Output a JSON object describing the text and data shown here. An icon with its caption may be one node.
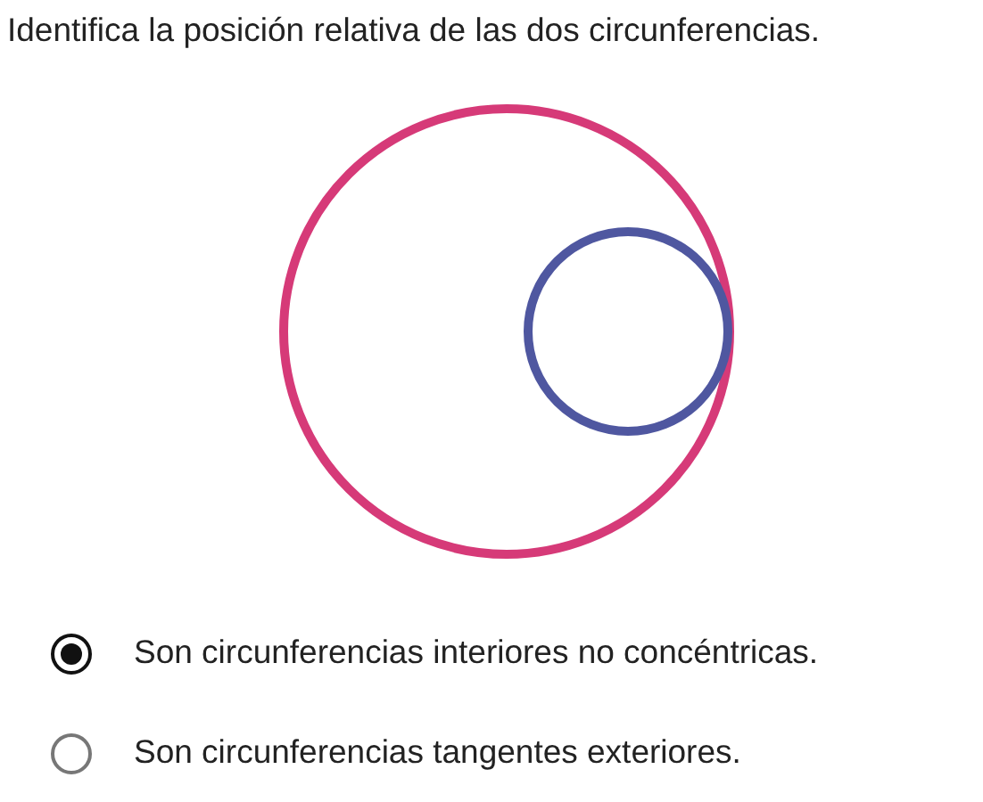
{
  "diagram": {
    "title": "Identifica la posición relativa de las dos circunferencias.",
    "labels": [
      "Son circunferencias interiores no concéntricas.",
      "Son circunferencias tangentes exteriores."
    ]
  }
}
